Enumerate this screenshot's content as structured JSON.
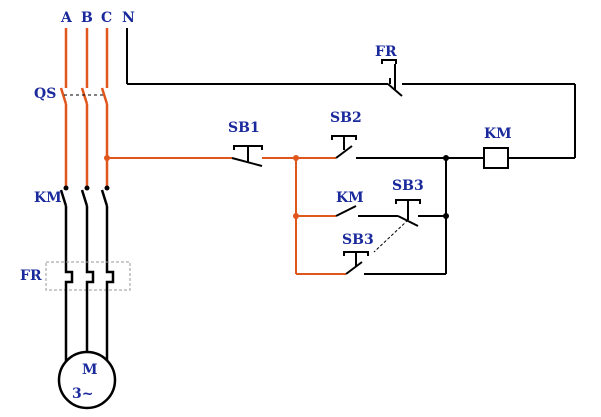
{
  "phases": {
    "a": "A",
    "b": "B",
    "c": "C",
    "n": "N"
  },
  "components": {
    "qs": "QS",
    "km_main": "KM",
    "fr_heater": "FR",
    "fr_contact": "FR",
    "sb1": "SB1",
    "sb2": "SB2",
    "km_coil": "KM",
    "km_aux": "KM",
    "sb3_top": "SB3",
    "sb3_bottom": "SB3"
  },
  "motor": {
    "name": "M",
    "phase": "3~"
  },
  "colors": {
    "power_wire": "#e0561c",
    "control_wire": "#000000",
    "label": "#1a2a9c",
    "frame": "#9a9a9a"
  }
}
